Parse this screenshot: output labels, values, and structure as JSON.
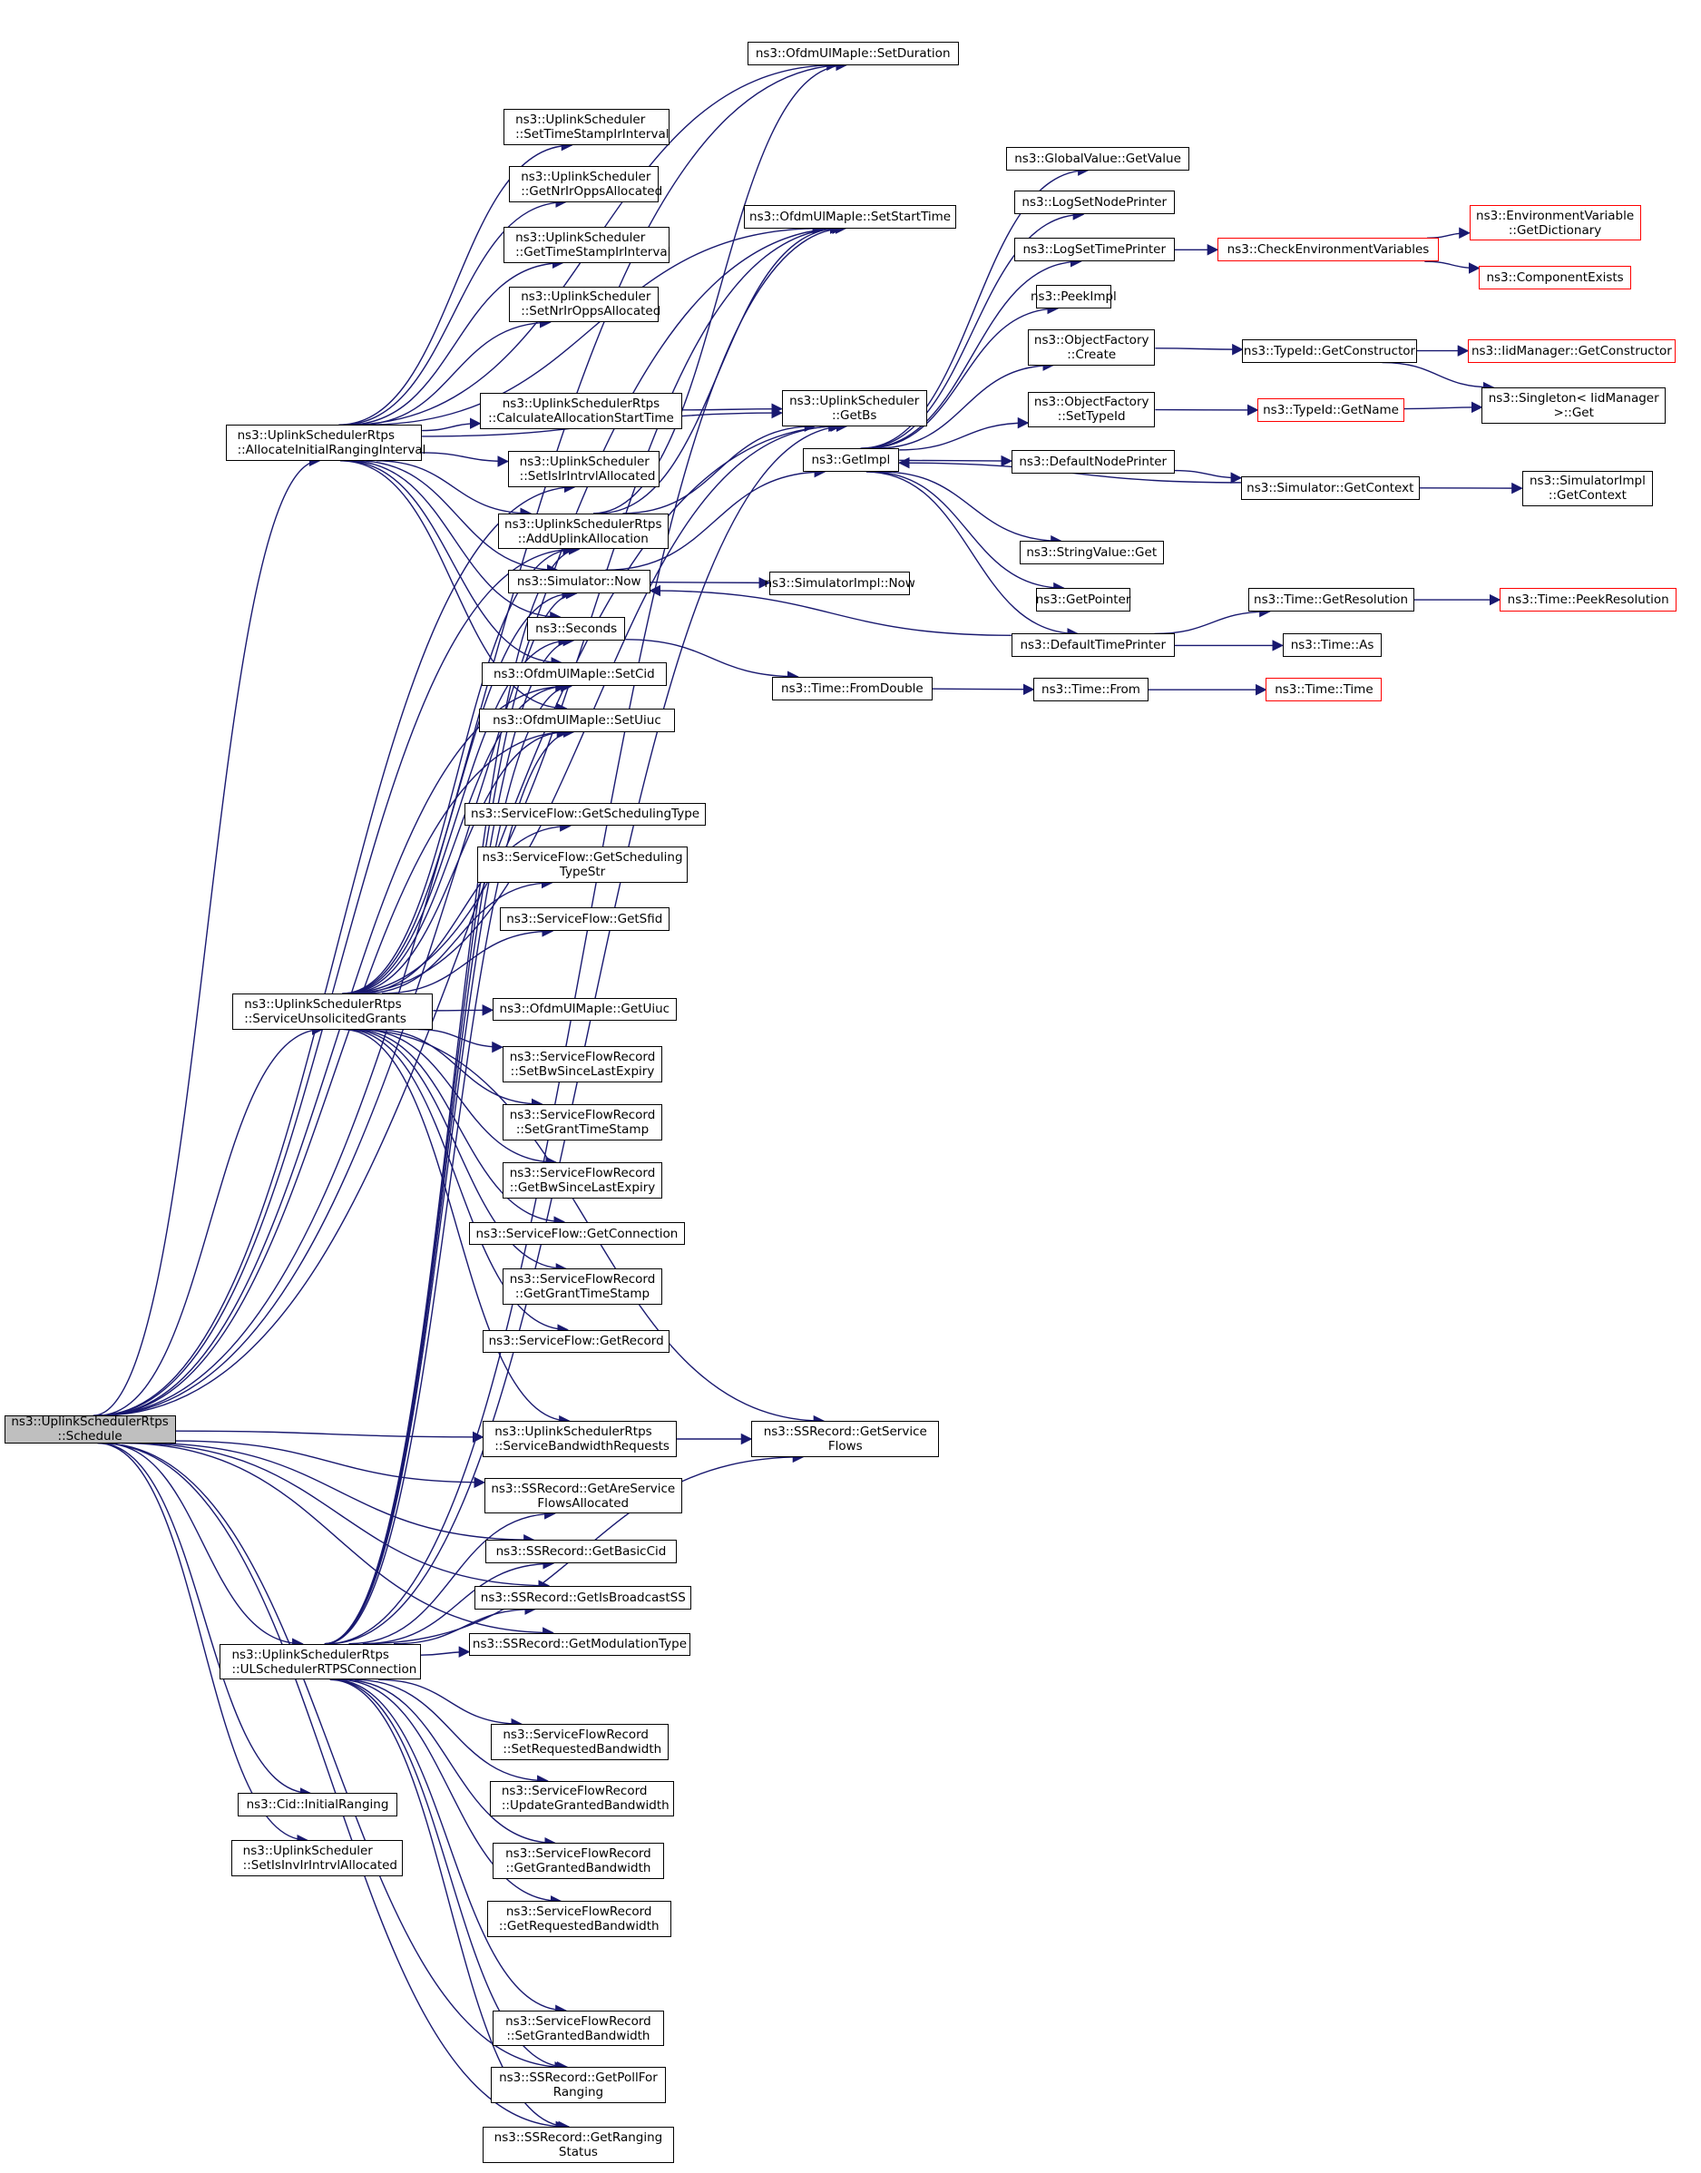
{
  "graph": {
    "title": "Call graph of ns3::UplinkSchedulerRtps::Schedule",
    "edge_color": "#191970",
    "missing_border_color": "#ff0000",
    "root_fill": "#bfbfbf",
    "nodes": [
      {
        "id": "schedule",
        "label": "ns3::UplinkSchedulerRtps\n::Schedule",
        "root": true
      },
      {
        "id": "setDuration",
        "label": "ns3::OfdmUlMapIe::SetDuration"
      },
      {
        "id": "setTsIrInt",
        "label": "ns3::UplinkScheduler\n::SetTimeStampIrInterval",
        "align": "left"
      },
      {
        "id": "getNrIrOpps",
        "label": "ns3::UplinkScheduler\n::GetNrIrOppsAllocated",
        "align": "left"
      },
      {
        "id": "getTsIrInt",
        "label": "ns3::UplinkScheduler\n::GetTimeStampIrInterval",
        "align": "left"
      },
      {
        "id": "setNrIrOpps",
        "label": "ns3::UplinkScheduler\n::SetNrIrOppsAllocated",
        "align": "left"
      },
      {
        "id": "setStartTime",
        "label": "ns3::OfdmUlMapIe::SetStartTime"
      },
      {
        "id": "allocIRI",
        "label": "ns3::UplinkSchedulerRtps\n::AllocateInitialRangingInterval",
        "align": "left"
      },
      {
        "id": "calcAllocStart",
        "label": "ns3::UplinkSchedulerRtps\n::CalculateAllocationStartTime"
      },
      {
        "id": "getBs",
        "label": "ns3::UplinkScheduler\n::GetBs"
      },
      {
        "id": "setIsIrIntrvl",
        "label": "ns3::UplinkScheduler\n::SetIsIrIntrvlAllocated",
        "align": "left"
      },
      {
        "id": "addUlAlloc",
        "label": "ns3::UplinkSchedulerRtps\n::AddUplinkAllocation"
      },
      {
        "id": "simNow",
        "label": "ns3::Simulator::Now"
      },
      {
        "id": "seconds",
        "label": "ns3::Seconds"
      },
      {
        "id": "setCid",
        "label": "ns3::OfdmUlMapIe::SetCid"
      },
      {
        "id": "setUiuc",
        "label": "ns3::OfdmUlMapIe::SetUiuc"
      },
      {
        "id": "getImpl",
        "label": "ns3::GetImpl"
      },
      {
        "id": "gvGetValue",
        "label": "ns3::GlobalValue::GetValue"
      },
      {
        "id": "logSetNode",
        "label": "ns3::LogSetNodePrinter"
      },
      {
        "id": "logSetTime",
        "label": "ns3::LogSetTimePrinter"
      },
      {
        "id": "peekImpl",
        "label": "ns3::PeekImpl"
      },
      {
        "id": "ofCreate",
        "label": "ns3::ObjectFactory\n::Create"
      },
      {
        "id": "ofSetTypeId",
        "label": "ns3::ObjectFactory\n::SetTypeId"
      },
      {
        "id": "defNodePrinter",
        "label": "ns3::DefaultNodePrinter"
      },
      {
        "id": "strValGet",
        "label": "ns3::StringValue::Get"
      },
      {
        "id": "getPointer",
        "label": "ns3::GetPointer"
      },
      {
        "id": "defTimePrinter",
        "label": "ns3::DefaultTimePrinter"
      },
      {
        "id": "checkEnv",
        "label": "ns3::CheckEnvironmentVariables",
        "red": true
      },
      {
        "id": "envGetDict",
        "label": "ns3::EnvironmentVariable\n::GetDictionary",
        "red": true
      },
      {
        "id": "compExists",
        "label": "ns3::ComponentExists",
        "red": true
      },
      {
        "id": "tidGetCtor",
        "label": "ns3::TypeId::GetConstructor"
      },
      {
        "id": "iidGetCtor",
        "label": "ns3::IidManager::GetConstructor",
        "red": true
      },
      {
        "id": "singletonGet",
        "label": "ns3::Singleton< IidManager\n>::Get"
      },
      {
        "id": "tidGetName",
        "label": "ns3::TypeId::GetName",
        "red": true
      },
      {
        "id": "simGetCtx",
        "label": "ns3::Simulator::GetContext"
      },
      {
        "id": "simImplGetCtx",
        "label": "ns3::SimulatorImpl\n::GetContext"
      },
      {
        "id": "simImplNow",
        "label": "ns3::SimulatorImpl::Now"
      },
      {
        "id": "timeGetRes",
        "label": "ns3::Time::GetResolution"
      },
      {
        "id": "timePeekRes",
        "label": "ns3::Time::PeekResolution",
        "red": true
      },
      {
        "id": "timeAs",
        "label": "ns3::Time::As"
      },
      {
        "id": "timeFromDouble",
        "label": "ns3::Time::FromDouble"
      },
      {
        "id": "timeFrom",
        "label": "ns3::Time::From"
      },
      {
        "id": "timeTime",
        "label": "ns3::Time::Time",
        "red": true
      },
      {
        "id": "sfGetSchedType",
        "label": "ns3::ServiceFlow::GetSchedulingType"
      },
      {
        "id": "sfGetSchedTypeStr",
        "label": "ns3::ServiceFlow::GetScheduling\nTypeStr"
      },
      {
        "id": "sfGetSfid",
        "label": "ns3::ServiceFlow::GetSfid"
      },
      {
        "id": "svcUnsolGrants",
        "label": "ns3::UplinkSchedulerRtps\n::ServiceUnsolicitedGrants",
        "align": "left"
      },
      {
        "id": "getUiuc",
        "label": "ns3::OfdmUlMapIe::GetUiuc"
      },
      {
        "id": "sfrSetBwSince",
        "label": "ns3::ServiceFlowRecord\n::SetBwSinceLastExpiry"
      },
      {
        "id": "sfrSetGrantTs",
        "label": "ns3::ServiceFlowRecord\n::SetGrantTimeStamp"
      },
      {
        "id": "sfrGetBwSince",
        "label": "ns3::ServiceFlowRecord\n::GetBwSinceLastExpiry"
      },
      {
        "id": "sfGetConn",
        "label": "ns3::ServiceFlow::GetConnection"
      },
      {
        "id": "sfrGetGrantTs",
        "label": "ns3::ServiceFlowRecord\n::GetGrantTimeStamp"
      },
      {
        "id": "sfGetRecord",
        "label": "ns3::ServiceFlow::GetRecord"
      },
      {
        "id": "svcBwReq",
        "label": "ns3::UplinkSchedulerRtps\n::ServiceBandwidthRequests",
        "align": "left"
      },
      {
        "id": "ssGetSvcFlows",
        "label": "ns3::SSRecord::GetService\nFlows"
      },
      {
        "id": "ssGetAreSvc",
        "label": "ns3::SSRecord::GetAreService\nFlowsAllocated"
      },
      {
        "id": "ssGetBasicCid",
        "label": "ns3::SSRecord::GetBasicCid"
      },
      {
        "id": "ssGetIsBcast",
        "label": "ns3::SSRecord::GetIsBroadcastSS"
      },
      {
        "id": "ulSchedRtps",
        "label": "ns3::UplinkSchedulerRtps\n::ULSchedulerRTPSConnection",
        "align": "left"
      },
      {
        "id": "ssGetModType",
        "label": "ns3::SSRecord::GetModulationType"
      },
      {
        "id": "sfrSetReqBw",
        "label": "ns3::ServiceFlowRecord\n::SetRequestedBandwidth",
        "align": "left"
      },
      {
        "id": "sfrUpdGrBw",
        "label": "ns3::ServiceFlowRecord\n::UpdateGrantedBandwidth",
        "align": "left"
      },
      {
        "id": "sfrGetGrBw",
        "label": "ns3::ServiceFlowRecord\n::GetGrantedBandwidth"
      },
      {
        "id": "sfrGetReqBw",
        "label": "ns3::ServiceFlowRecord\n::GetRequestedBandwidth"
      },
      {
        "id": "cidInitRang",
        "label": "ns3::Cid::InitialRanging"
      },
      {
        "id": "setIsInvIr",
        "label": "ns3::UplinkScheduler\n::SetIsInvIrIntrvlAllocated",
        "align": "left"
      },
      {
        "id": "sfrSetGrBw",
        "label": "ns3::ServiceFlowRecord\n::SetGrantedBandwidth"
      },
      {
        "id": "ssGetPollRang",
        "label": "ns3::SSRecord::GetPollFor\nRanging"
      },
      {
        "id": "ssGetRangStat",
        "label": "ns3::SSRecord::GetRanging\nStatus"
      }
    ],
    "edges": [
      [
        "schedule",
        "setDuration"
      ],
      [
        "schedule",
        "setStartTime"
      ],
      [
        "schedule",
        "getBs"
      ],
      [
        "schedule",
        "allocIRI"
      ],
      [
        "schedule",
        "setIsIrIntrvl"
      ],
      [
        "schedule",
        "addUlAlloc"
      ],
      [
        "schedule",
        "setCid"
      ],
      [
        "schedule",
        "setUiuc"
      ],
      [
        "schedule",
        "svcUnsolGrants"
      ],
      [
        "schedule",
        "svcBwReq"
      ],
      [
        "schedule",
        "ssGetAreSvc"
      ],
      [
        "schedule",
        "ssGetBasicCid"
      ],
      [
        "schedule",
        "ssGetIsBcast"
      ],
      [
        "schedule",
        "ssGetModType"
      ],
      [
        "schedule",
        "ulSchedRtps"
      ],
      [
        "schedule",
        "cidInitRang"
      ],
      [
        "schedule",
        "setIsInvIr"
      ],
      [
        "schedule",
        "ssGetPollRang"
      ],
      [
        "schedule",
        "ssGetRangStat"
      ],
      [
        "allocIRI",
        "setDuration"
      ],
      [
        "allocIRI",
        "setStartTime"
      ],
      [
        "allocIRI",
        "setTsIrInt"
      ],
      [
        "allocIRI",
        "getNrIrOpps"
      ],
      [
        "allocIRI",
        "getTsIrInt"
      ],
      [
        "allocIRI",
        "setNrIrOpps"
      ],
      [
        "allocIRI",
        "getBs"
      ],
      [
        "allocIRI",
        "calcAllocStart"
      ],
      [
        "allocIRI",
        "setIsIrIntrvl"
      ],
      [
        "allocIRI",
        "addUlAlloc"
      ],
      [
        "allocIRI",
        "simNow"
      ],
      [
        "allocIRI",
        "seconds"
      ],
      [
        "allocIRI",
        "setCid"
      ],
      [
        "allocIRI",
        "setUiuc"
      ],
      [
        "calcAllocStart",
        "getBs"
      ],
      [
        "addUlAlloc",
        "setDuration"
      ],
      [
        "addUlAlloc",
        "setStartTime"
      ],
      [
        "addUlAlloc",
        "getBs"
      ],
      [
        "simNow",
        "getImpl"
      ],
      [
        "simNow",
        "simImplNow"
      ],
      [
        "seconds",
        "timeFromDouble"
      ],
      [
        "getImpl",
        "gvGetValue"
      ],
      [
        "getImpl",
        "logSetNode"
      ],
      [
        "getImpl",
        "logSetTime"
      ],
      [
        "getImpl",
        "peekImpl"
      ],
      [
        "getImpl",
        "ofCreate"
      ],
      [
        "getImpl",
        "ofSetTypeId"
      ],
      [
        "getImpl",
        "defNodePrinter"
      ],
      [
        "getImpl",
        "strValGet"
      ],
      [
        "getImpl",
        "getPointer"
      ],
      [
        "getImpl",
        "defTimePrinter"
      ],
      [
        "logSetTime",
        "checkEnv"
      ],
      [
        "checkEnv",
        "envGetDict"
      ],
      [
        "checkEnv",
        "compExists"
      ],
      [
        "ofCreate",
        "tidGetCtor"
      ],
      [
        "tidGetCtor",
        "iidGetCtor"
      ],
      [
        "tidGetCtor",
        "singletonGet"
      ],
      [
        "ofSetTypeId",
        "tidGetName"
      ],
      [
        "tidGetName",
        "singletonGet"
      ],
      [
        "defNodePrinter",
        "simGetCtx"
      ],
      [
        "simGetCtx",
        "getImpl"
      ],
      [
        "simGetCtx",
        "simImplGetCtx"
      ],
      [
        "defTimePrinter",
        "simNow"
      ],
      [
        "defTimePrinter",
        "timeGetRes"
      ],
      [
        "defTimePrinter",
        "timeAs"
      ],
      [
        "timeGetRes",
        "timePeekRes"
      ],
      [
        "timeFromDouble",
        "timeFrom"
      ],
      [
        "timeFrom",
        "timeTime"
      ],
      [
        "svcUnsolGrants",
        "setStartTime"
      ],
      [
        "svcUnsolGrants",
        "getBs"
      ],
      [
        "svcUnsolGrants",
        "addUlAlloc"
      ],
      [
        "svcUnsolGrants",
        "simNow"
      ],
      [
        "svcUnsolGrants",
        "seconds"
      ],
      [
        "svcUnsolGrants",
        "setCid"
      ],
      [
        "svcUnsolGrants",
        "setUiuc"
      ],
      [
        "svcUnsolGrants",
        "sfGetSchedType"
      ],
      [
        "svcUnsolGrants",
        "sfGetSchedTypeStr"
      ],
      [
        "svcUnsolGrants",
        "sfGetSfid"
      ],
      [
        "svcUnsolGrants",
        "getUiuc"
      ],
      [
        "svcUnsolGrants",
        "sfrSetBwSince"
      ],
      [
        "svcUnsolGrants",
        "sfrSetGrantTs"
      ],
      [
        "svcUnsolGrants",
        "sfrGetBwSince"
      ],
      [
        "svcUnsolGrants",
        "sfGetConn"
      ],
      [
        "svcUnsolGrants",
        "sfrGetGrantTs"
      ],
      [
        "svcUnsolGrants",
        "sfGetRecord"
      ],
      [
        "svcUnsolGrants",
        "ssGetSvcFlows"
      ],
      [
        "svcUnsolGrants",
        "svcBwReq"
      ],
      [
        "svcBwReq",
        "ssGetSvcFlows"
      ],
      [
        "ulSchedRtps",
        "setStartTime"
      ],
      [
        "ulSchedRtps",
        "getBs"
      ],
      [
        "ulSchedRtps",
        "addUlAlloc"
      ],
      [
        "ulSchedRtps",
        "simNow"
      ],
      [
        "ulSchedRtps",
        "seconds"
      ],
      [
        "ulSchedRtps",
        "setCid"
      ],
      [
        "ulSchedRtps",
        "setUiuc"
      ],
      [
        "ulSchedRtps",
        "ssGetAreSvc"
      ],
      [
        "ulSchedRtps",
        "ssGetBasicCid"
      ],
      [
        "ulSchedRtps",
        "ssGetIsBcast"
      ],
      [
        "ulSchedRtps",
        "ssGetModType"
      ],
      [
        "ulSchedRtps",
        "ssGetSvcFlows"
      ],
      [
        "ulSchedRtps",
        "sfrSetReqBw"
      ],
      [
        "ulSchedRtps",
        "sfrUpdGrBw"
      ],
      [
        "ulSchedRtps",
        "sfrGetGrBw"
      ],
      [
        "ulSchedRtps",
        "sfrGetReqBw"
      ],
      [
        "ulSchedRtps",
        "sfrSetGrBw"
      ],
      [
        "ulSchedRtps",
        "ssGetPollRang"
      ],
      [
        "ulSchedRtps",
        "ssGetRangStat"
      ]
    ]
  }
}
